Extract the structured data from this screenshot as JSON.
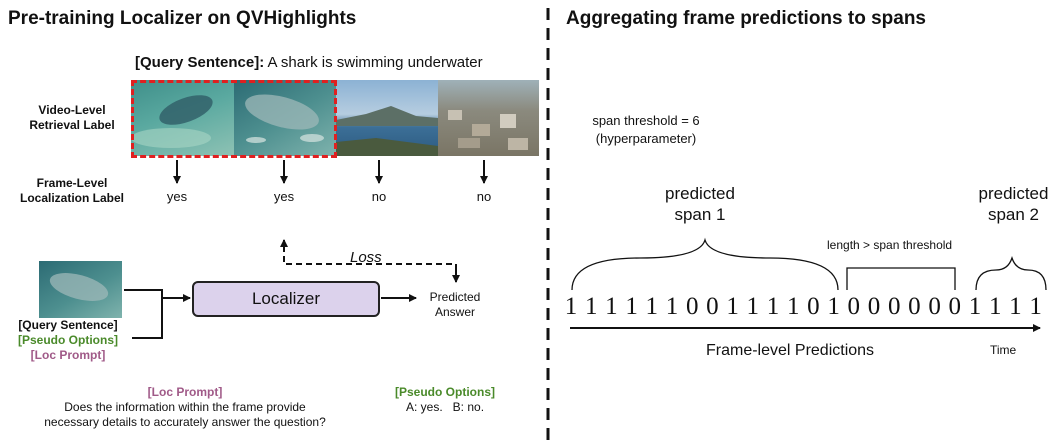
{
  "left_panel": {
    "title": "Pre-training Localizer on QVHighlights",
    "query_tag": "[Query Sentence]:",
    "query_text": "A shark is swimming underwater",
    "video_label": [
      "Video-Level",
      "Retrieval Label"
    ],
    "frame_label": [
      "Frame-Level",
      "Localization Label"
    ],
    "frame_answers": [
      "yes",
      "yes",
      "no",
      "no"
    ],
    "loss_label": "Loss",
    "localizer_label": "Localizer",
    "predicted_answer": [
      "Predicted",
      "Answer"
    ],
    "inputs": {
      "query": "[Query Sentence]",
      "pseudo": "[Pseudo Options]",
      "loc": "[Loc Prompt]"
    },
    "loc_prompt_box": {
      "title": "[Loc Prompt]",
      "line1": "Does the information within the frame provide",
      "line2": "necessary details to accurately answer the question?"
    },
    "pseudo_box": {
      "title": "[Pseudo Options]",
      "a": "A: yes.",
      "b": "B: no."
    },
    "frames": [
      "shark-frame",
      "shark-fish-frame",
      "coastline-frame",
      "city-aerial-frame"
    ]
  },
  "right_panel": {
    "title": "Aggregating frame predictions to spans",
    "threshold_line1": "span threshold = 6",
    "threshold_line2": "(hyperparameter)",
    "span1": [
      "predicted",
      "span 1"
    ],
    "span2": [
      "predicted",
      "span 2"
    ],
    "length_label": "length > span threshold",
    "bits": [
      "1",
      "1",
      "1",
      "1",
      "1",
      "1",
      "0",
      "0",
      "1",
      "1",
      "1",
      "1",
      "0",
      "1",
      "0",
      "0",
      "0",
      "0",
      "0",
      "0",
      "1",
      "1",
      "1",
      "1"
    ],
    "axis_label": "Frame-level Predictions",
    "time_label": "Time"
  },
  "colors": {
    "dashed_box": "#e02020",
    "localizer_fill": "#dcd2ec",
    "pseudo_green": "#4a8a2a",
    "loc_purple": "#a05a88"
  }
}
